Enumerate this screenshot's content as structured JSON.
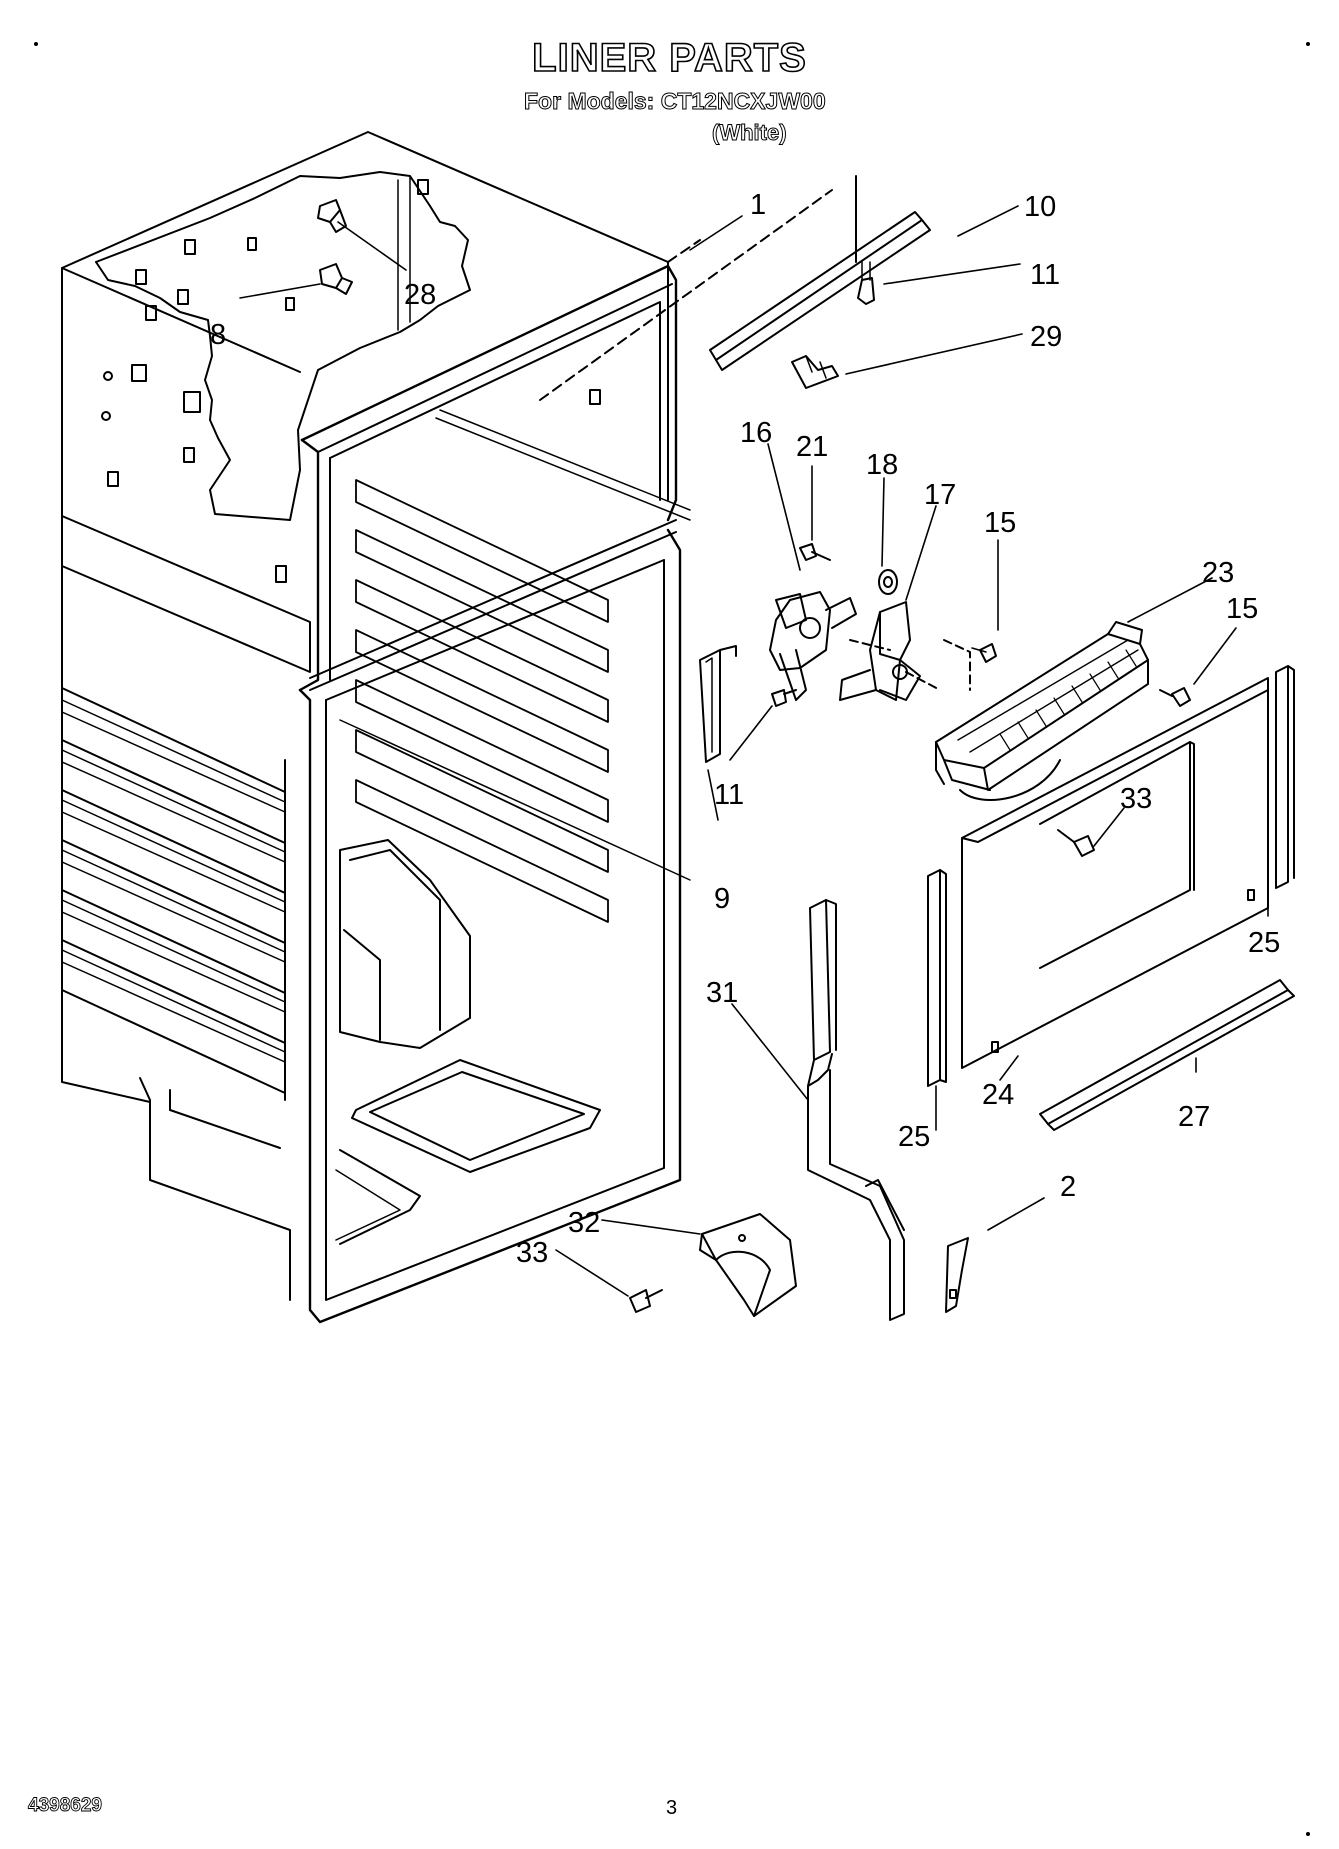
{
  "header": {
    "title": "LINER PARTS",
    "models_line": "For Models: CT12NCXJW00",
    "color_line": "(White)"
  },
  "footer": {
    "doc_number": "4398629",
    "page_number": "3"
  },
  "callouts": {
    "c1": "1",
    "c10": "10",
    "c11a": "11",
    "c29": "29",
    "c28": "28",
    "c8": "8",
    "c16": "16",
    "c21": "21",
    "c18": "18",
    "c17": "17",
    "c15a": "15",
    "c23": "23",
    "c15b": "15",
    "c11b": "11",
    "c9": "9",
    "c33a": "33",
    "c25a": "25",
    "c31": "31",
    "c25b": "25",
    "c24": "24",
    "c27": "27",
    "c2": "2",
    "c32": "32",
    "c33b": "33"
  }
}
